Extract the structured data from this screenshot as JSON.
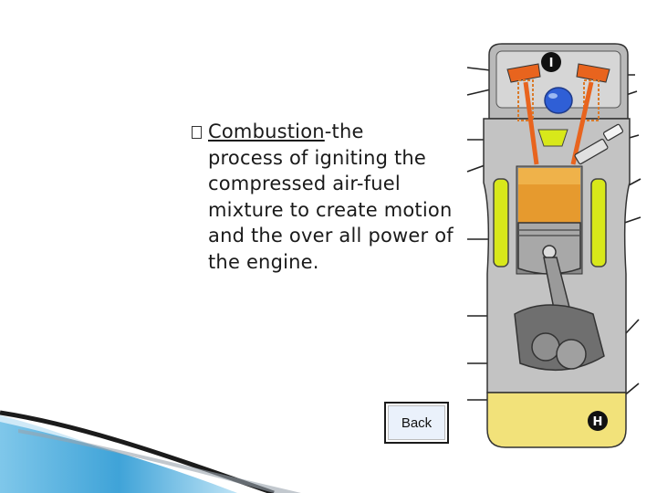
{
  "slide": {
    "bullet": {
      "term": "Combustion",
      "definition_start": "-the",
      "definition_rest": "process of igniting the compressed air-fuel mixture to create motion and the over all power of the engine."
    },
    "back_button": {
      "label": "Back"
    }
  },
  "diagram": {
    "top_marker": "I",
    "bottom_marker": "H"
  },
  "colors": {
    "valve_orange": "#e8641e",
    "coolant_yellow": "#d8e81a",
    "piston_orange": "#e69a2e",
    "chamber_blue": "#2f5fd6",
    "oil_yellow": "#f2e27a",
    "metal_gray": "#b9b9b9",
    "dark_gray": "#6f6f6f",
    "footer_blue": "#3fa3d8"
  }
}
